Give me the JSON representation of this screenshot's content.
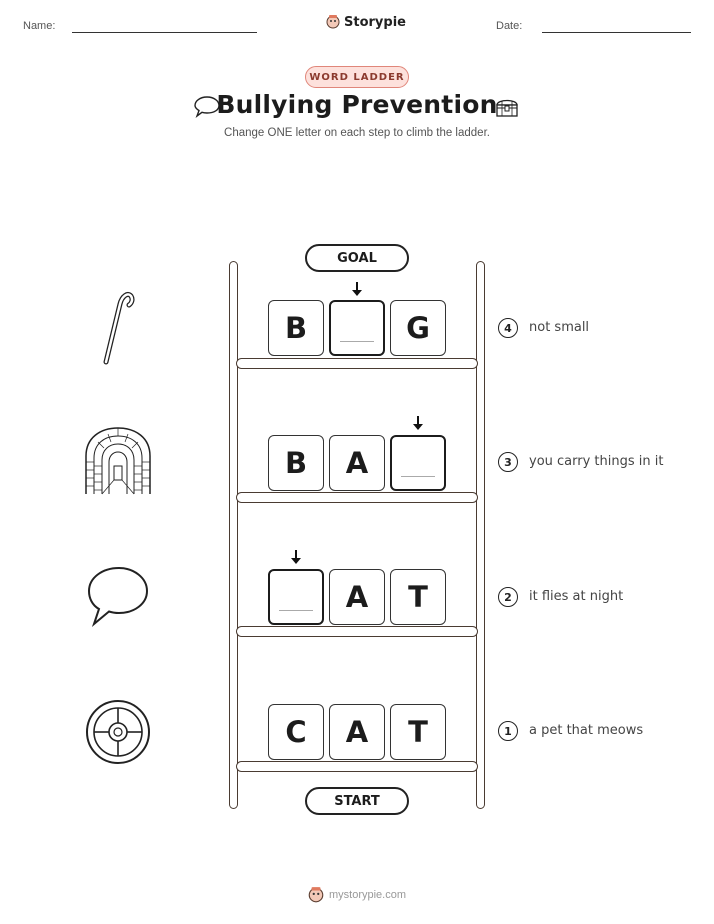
{
  "header": {
    "name_label": "Name:",
    "date_label": "Date:",
    "brand": "Storypie"
  },
  "badge": "WORD LADDER",
  "title": "Bullying Prevention",
  "subtitle": "Change ONE letter on each step to climb the ladder.",
  "goal_label": "GOAL",
  "start_label": "START",
  "icons": {
    "title_left": "speech-bubble-icon",
    "title_right": "treasure-chest-icon"
  },
  "steps": [
    {
      "number": "4",
      "letters": [
        "B",
        "",
        "G"
      ],
      "blank_index": 1,
      "clue": "not small",
      "picture": "cane-icon"
    },
    {
      "number": "3",
      "letters": [
        "B",
        "A",
        ""
      ],
      "blank_index": 2,
      "clue": "you carry things in it",
      "picture": "tunnel-icon"
    },
    {
      "number": "2",
      "letters": [
        "",
        "A",
        "T"
      ],
      "blank_index": 0,
      "clue": "it flies at night",
      "picture": "speech-bubble-icon"
    },
    {
      "number": "1",
      "letters": [
        "C",
        "A",
        "T"
      ],
      "blank_index": null,
      "clue": "a pet that meows",
      "picture": "wheel-icon"
    }
  ],
  "footer": "mystorypie.com"
}
